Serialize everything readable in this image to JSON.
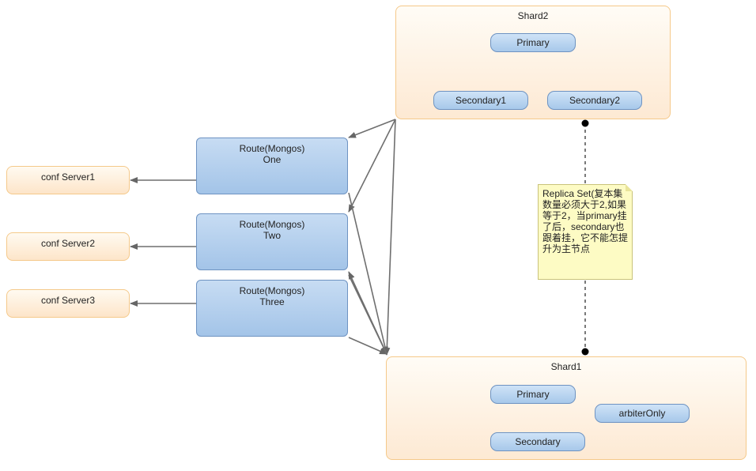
{
  "shard2": {
    "title": "Shard2",
    "primary": "Primary",
    "secondary1": "Secondary1",
    "secondary2": "Secondary2"
  },
  "shard1": {
    "title": "Shard1",
    "primary": "Primary",
    "secondary": "Secondary",
    "arbiter": "arbiterOnly"
  },
  "routes": [
    {
      "line1": "Route(Mongos)",
      "line2": "One"
    },
    {
      "line1": "Route(Mongos)",
      "line2": "Two"
    },
    {
      "line1": "Route(Mongos)",
      "line2": "Three"
    }
  ],
  "config_servers": [
    "conf Server1",
    "conf Server2",
    "conf Server3"
  ],
  "note": "Replica Set(复本集数量必须大于2,如果等于2，当primary挂了后，secondary也跟着挂，它不能怎提升为主节点"
}
